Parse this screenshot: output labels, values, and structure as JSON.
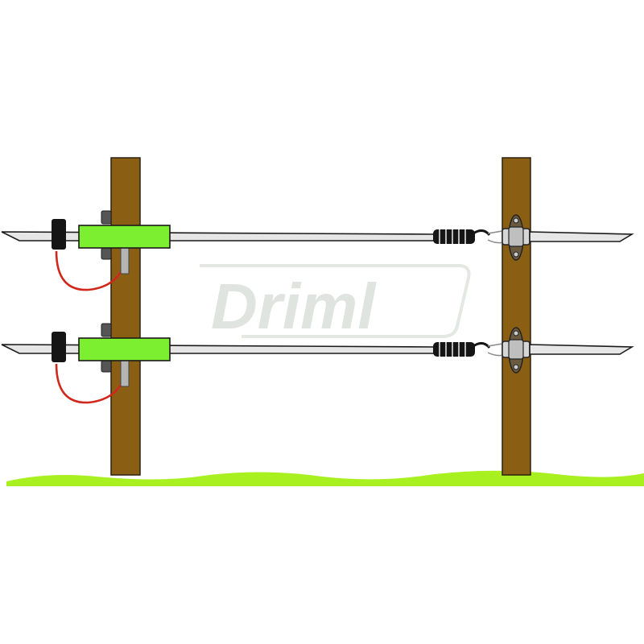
{
  "watermark": {
    "text": "Driml"
  },
  "colors": {
    "post": "#8a5f14",
    "post_outline": "#2b2010",
    "tape": "#e6e6e6",
    "tape_outline": "#1a1a1a",
    "gate_handle": "#7cf030",
    "grip": "#151515",
    "connector_wire": "#d0281c",
    "ground": "#a8f020",
    "bracket": "#a0a0a0",
    "watermark": "#d8ddd8"
  },
  "diagram": {
    "posts": [
      "left-post",
      "right-post"
    ],
    "tape_rows": 2,
    "ground": "grass-strip",
    "gate_side": "left",
    "anchor_side": "right"
  }
}
